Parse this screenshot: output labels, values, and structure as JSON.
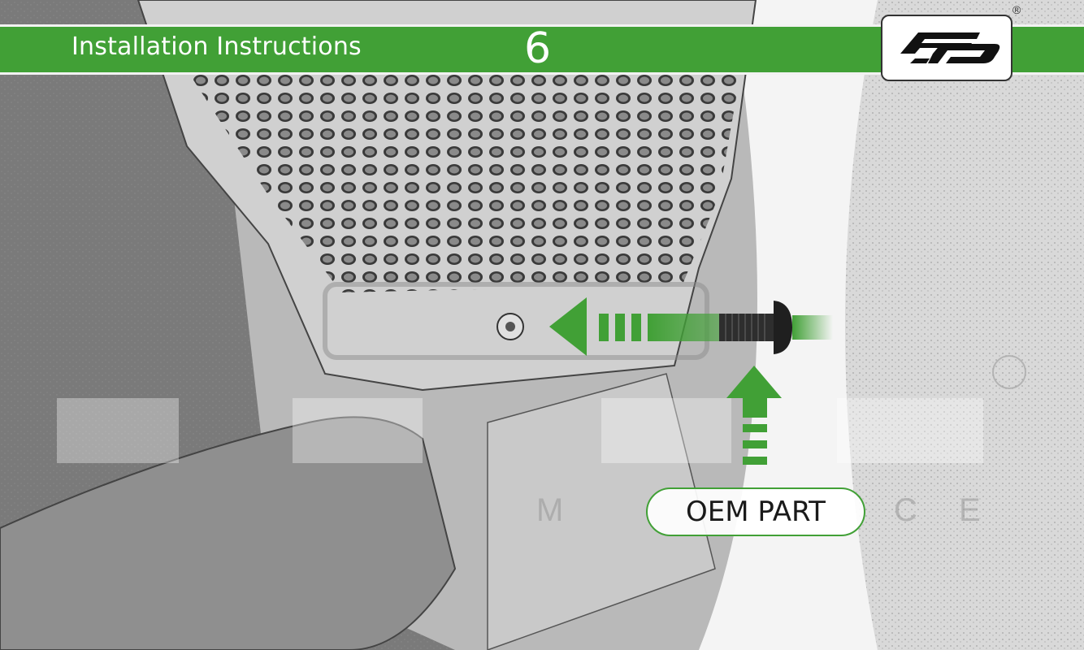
{
  "header": {
    "title": "Installation Instructions",
    "step": "6"
  },
  "logo": {
    "registered_mark": "®"
  },
  "callout": {
    "label": "OEM PART"
  },
  "colors": {
    "brand_green": "#41a036"
  }
}
